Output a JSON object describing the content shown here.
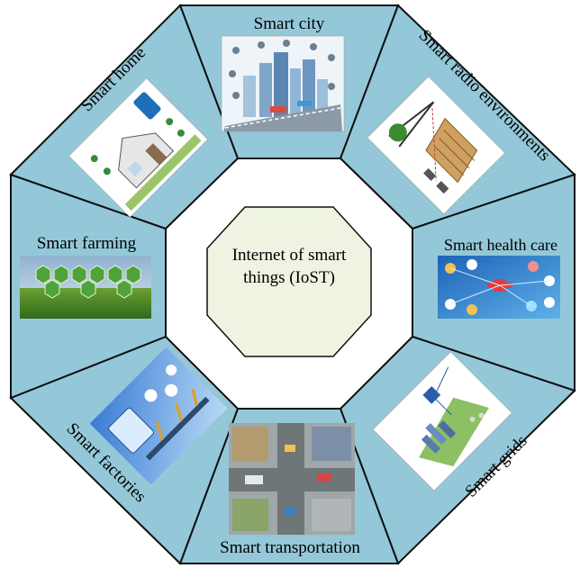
{
  "center": {
    "line1": "Internet of smart",
    "line2": "things (IoST)"
  },
  "segments": [
    {
      "id": "smart-city",
      "label": "Smart city",
      "icon": "city-illustration"
    },
    {
      "id": "smart-radio-environments",
      "label": "Smart radio environments",
      "icon": "radio-environment-illustration"
    },
    {
      "id": "smart-health-care",
      "label": "Smart health care",
      "icon": "health-care-illustration"
    },
    {
      "id": "smart-grids",
      "label": "Smart grids",
      "icon": "power-grid-illustration"
    },
    {
      "id": "smart-transportation",
      "label": "Smart transportation",
      "icon": "traffic-intersection-illustration"
    },
    {
      "id": "smart-factories",
      "label": "Smart factories",
      "icon": "factory-robot-illustration"
    },
    {
      "id": "smart-farming",
      "label": "Smart farming",
      "icon": "farm-field-illustration"
    },
    {
      "id": "smart-home",
      "label": "Smart home",
      "icon": "house-illustration"
    }
  ],
  "colors": {
    "segment_fill": "#94c8d8",
    "center_fill": "#eef3e2",
    "outline": "#111111"
  }
}
